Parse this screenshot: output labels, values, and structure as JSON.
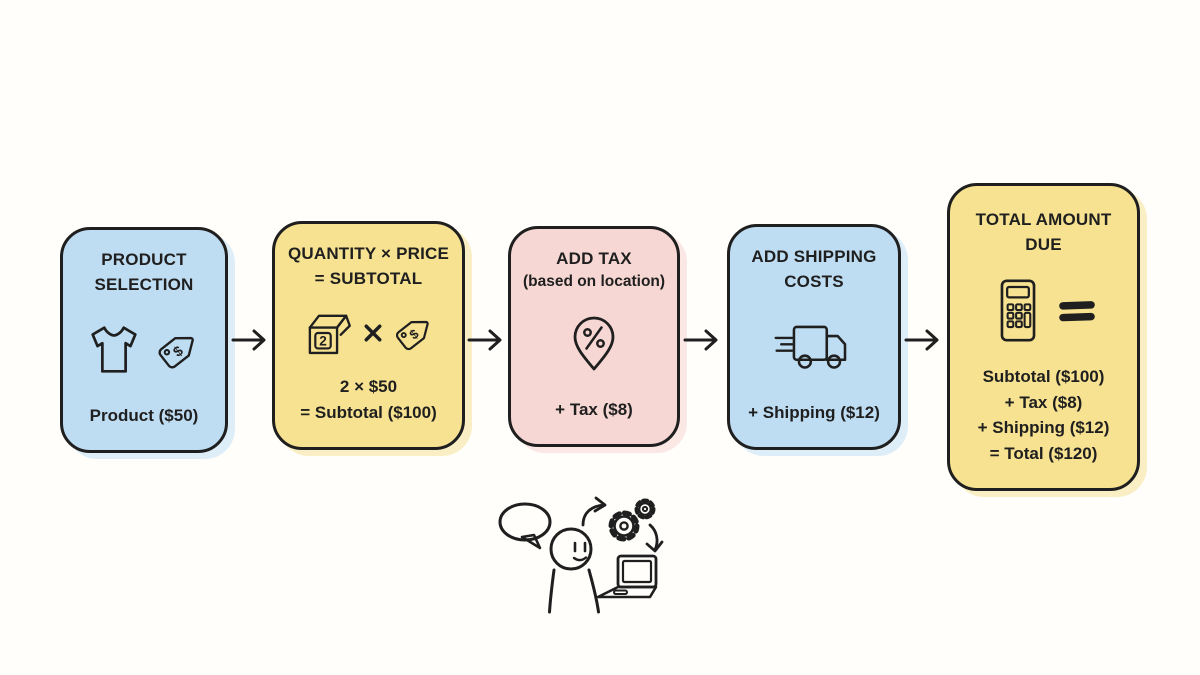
{
  "meta": {
    "description": "Hand-drawn e-commerce checkout price calculation flow diagram",
    "background_color": "#fffefb",
    "ink_color": "#1f1f1f"
  },
  "colors": {
    "blue_card": "#bfddf2",
    "yellow_card": "#f6e291",
    "pink_card": "#f6d7d3"
  },
  "icons": {
    "tshirt-icon": "t-shirt outline",
    "price-tag-icon": "tilted price tag with $ and hole",
    "package-icon": "3D shipping box with quantity label",
    "multiply-icon": "× multiplication cross",
    "tax-location-pin-icon": "map pin containing % sign",
    "delivery-truck-icon": "delivery truck with speed lines",
    "calculator-icon": "calculator with keypad",
    "equals-icon": "thick double-bar equals sign",
    "flow-arrow-icon": "→",
    "speech-bubble-icon": "empty speech bubble",
    "person-icon": "stick figure with smiling face",
    "gears-icon": "two cog wheels",
    "laptop-icon": "open laptop",
    "curved-arrow-up-icon": "arrow curving up to gears",
    "curved-arrow-down-icon": "arrow curving down to laptop",
    "price_tag_symbol": "$"
  },
  "flow": {
    "steps": [
      {
        "id": "product-selection",
        "color": "#bfddf2",
        "title": "PRODUCT\nSELECTION",
        "caption": "Product ($50)",
        "icons": [
          "tshirt-icon",
          "price-tag-icon"
        ]
      },
      {
        "id": "quantity-price-subtotal",
        "color": "#f6e291",
        "title": "QUANTITY × PRICE\n= SUBTOTAL",
        "caption": "2 × $50\n= Subtotal ($100)",
        "package_quantity": "2",
        "icons": [
          "package-icon",
          "multiply-icon",
          "price-tag-icon"
        ]
      },
      {
        "id": "add-tax",
        "color": "#f6d7d3",
        "title": "ADD TAX",
        "subtitle": "(based on location)",
        "caption": "+ Tax ($8)",
        "icons": [
          "tax-location-pin-icon"
        ]
      },
      {
        "id": "add-shipping",
        "color": "#bfddf2",
        "title": "ADD SHIPPING\nCOSTS",
        "caption": "+ Shipping ($12)",
        "icons": [
          "delivery-truck-icon"
        ]
      },
      {
        "id": "total-amount-due",
        "color": "#f6e291",
        "title": "TOTAL AMOUNT\nDUE",
        "caption": "Subtotal ($100)\n+ Tax ($8)\n+ Shipping ($12)\n= Total ($120)",
        "icons": [
          "calculator-icon",
          "equals-icon"
        ]
      }
    ],
    "connector_count": 4
  }
}
